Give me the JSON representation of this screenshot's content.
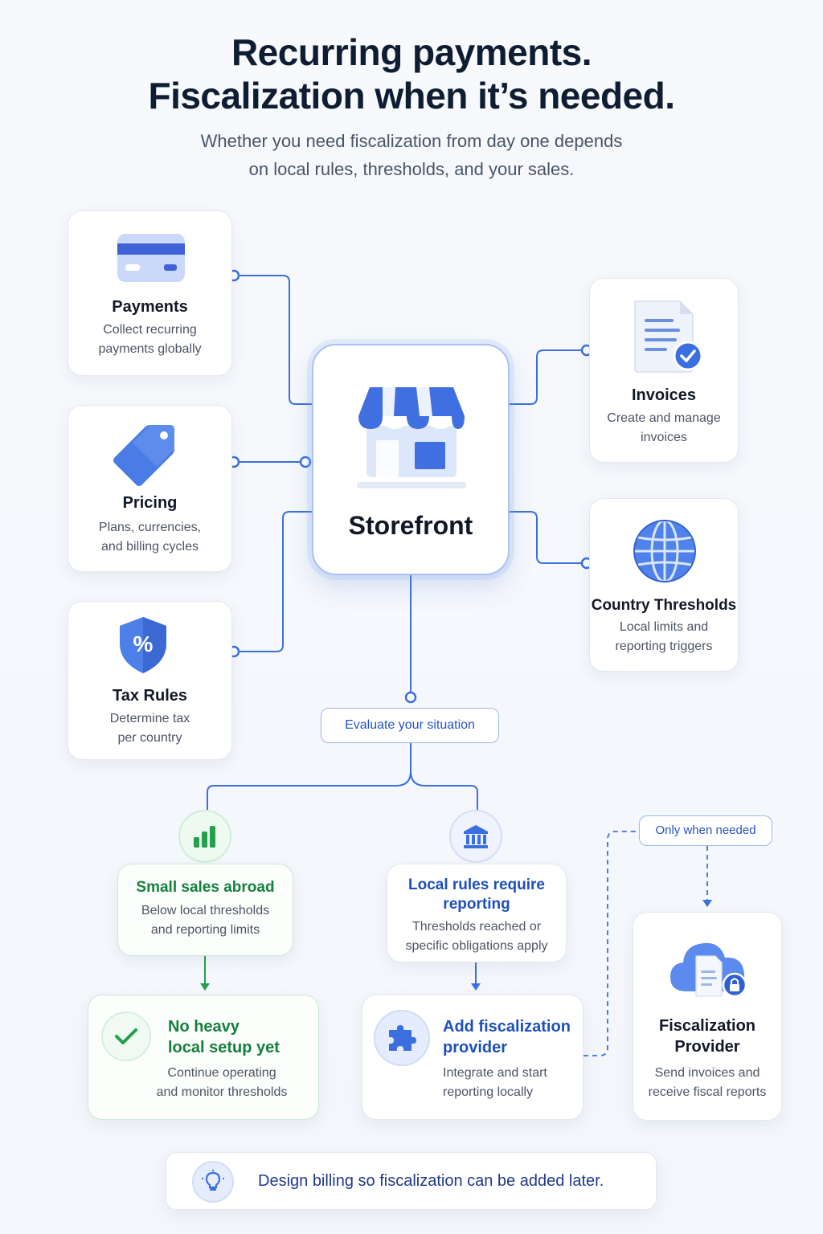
{
  "header": {
    "title_line1": "Recurring payments.",
    "title_line2": "Fiscalization when it’s needed.",
    "subtitle_line1": "Whether you need fiscalization from day one depends",
    "subtitle_line2": "on local rules, thresholds, and your sales."
  },
  "center": {
    "title": "Storefront",
    "icon": "storefront-icon"
  },
  "left_cards": [
    {
      "title": "Payments",
      "desc1": "Collect recurring",
      "desc2": "payments globally",
      "icon": "credit-card-icon"
    },
    {
      "title": "Pricing",
      "desc1": "Plans, currencies,",
      "desc2": "and billing cycles",
      "icon": "price-tag-icon"
    },
    {
      "title": "Tax Rules",
      "desc1": "Determine tax",
      "desc2": "per country",
      "icon": "percent-shield-icon"
    }
  ],
  "right_cards": [
    {
      "title": "Invoices",
      "desc1": "Create and manage",
      "desc2": "invoices",
      "icon": "invoice-check-icon"
    },
    {
      "title": "Country Thresholds",
      "desc1": "Local limits and",
      "desc2": "reporting triggers",
      "icon": "globe-icon"
    }
  ],
  "evaluate": {
    "label": "Evaluate your situation"
  },
  "branch_small": {
    "title": "Small sales abroad",
    "desc1": "Below local thresholds",
    "desc2": "and reporting limits",
    "icon": "bar-chart-icon"
  },
  "branch_local": {
    "title1": "Local rules require",
    "title2": "reporting",
    "desc1": "Thresholds reached or",
    "desc2": "specific obligations apply",
    "icon": "bank-icon"
  },
  "outcome_small": {
    "title1": "No heavy",
    "title2": "local setup yet",
    "desc1": "Continue operating",
    "desc2": "and monitor thresholds",
    "icon": "checkmark-icon"
  },
  "outcome_local": {
    "title1": "Add fiscalization",
    "title2": "provider",
    "desc1": "Integrate and start",
    "desc2": "reporting locally",
    "icon": "puzzle-icon"
  },
  "provider": {
    "pill": "Only when needed",
    "title1": "Fiscalization",
    "title2": "Provider",
    "desc1": "Send invoices and",
    "desc2": "receive fiscal reports",
    "icon": "cloud-lock-icon"
  },
  "footer": {
    "text": "Design billing so fiscalization can be added later.",
    "icon": "lightbulb-icon"
  },
  "colors": {
    "accent": "#3b6fe0",
    "green": "#22a04b",
    "title": "#0f1d33"
  }
}
